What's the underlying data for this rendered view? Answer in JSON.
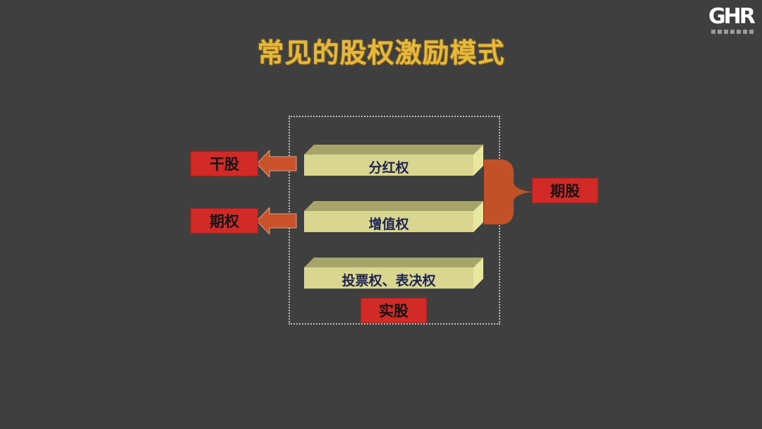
{
  "slide": {
    "title": "常见的股权激励模式",
    "logo": {
      "mark": "GHR"
    },
    "rights_bars": [
      {
        "label": "分红权"
      },
      {
        "label": "增值权"
      },
      {
        "label": "投票权、表决权"
      }
    ],
    "outcomes": {
      "dividend_left": "干股",
      "appreciation_left": "期权",
      "combined_right": "期股",
      "all_bottom": "实股"
    },
    "colors": {
      "background": "#3f3f3f",
      "title": "#e7b83a",
      "bar_face": "#d8d68f",
      "bar_top": "#a6a46a",
      "bar_side": "#e8e79f",
      "red_box": "#d22a26",
      "arrow": "#c8522a",
      "bar_text": "#1d2352"
    }
  }
}
